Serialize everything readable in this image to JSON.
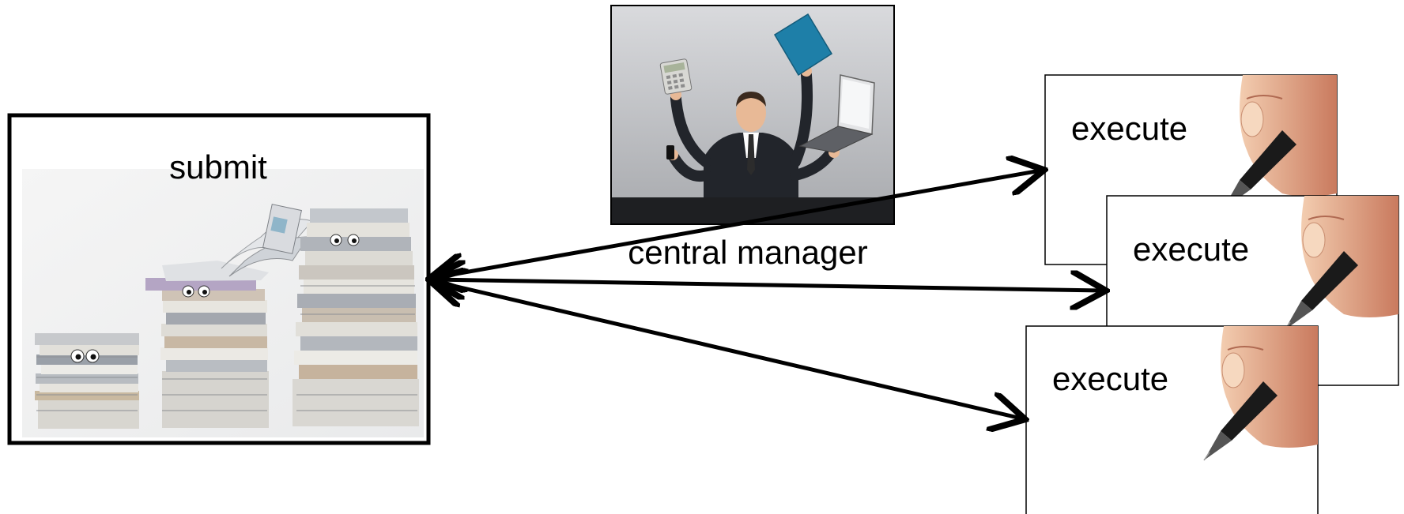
{
  "submit": {
    "label": "submit"
  },
  "manager": {
    "label": "central manager"
  },
  "workers": [
    {
      "label": "execute"
    },
    {
      "label": "execute"
    },
    {
      "label": "execute"
    }
  ],
  "colors": {
    "stroke": "#000000",
    "background": "#ffffff",
    "folder_blue": "#1e7fa8",
    "suit": "#22252b",
    "skin": "#f0c4a4"
  },
  "icons": {
    "submit_image": "paper-stacks-with-eyes",
    "manager_image": "multi-armed-businessman",
    "worker_image": "hand-with-pen"
  }
}
